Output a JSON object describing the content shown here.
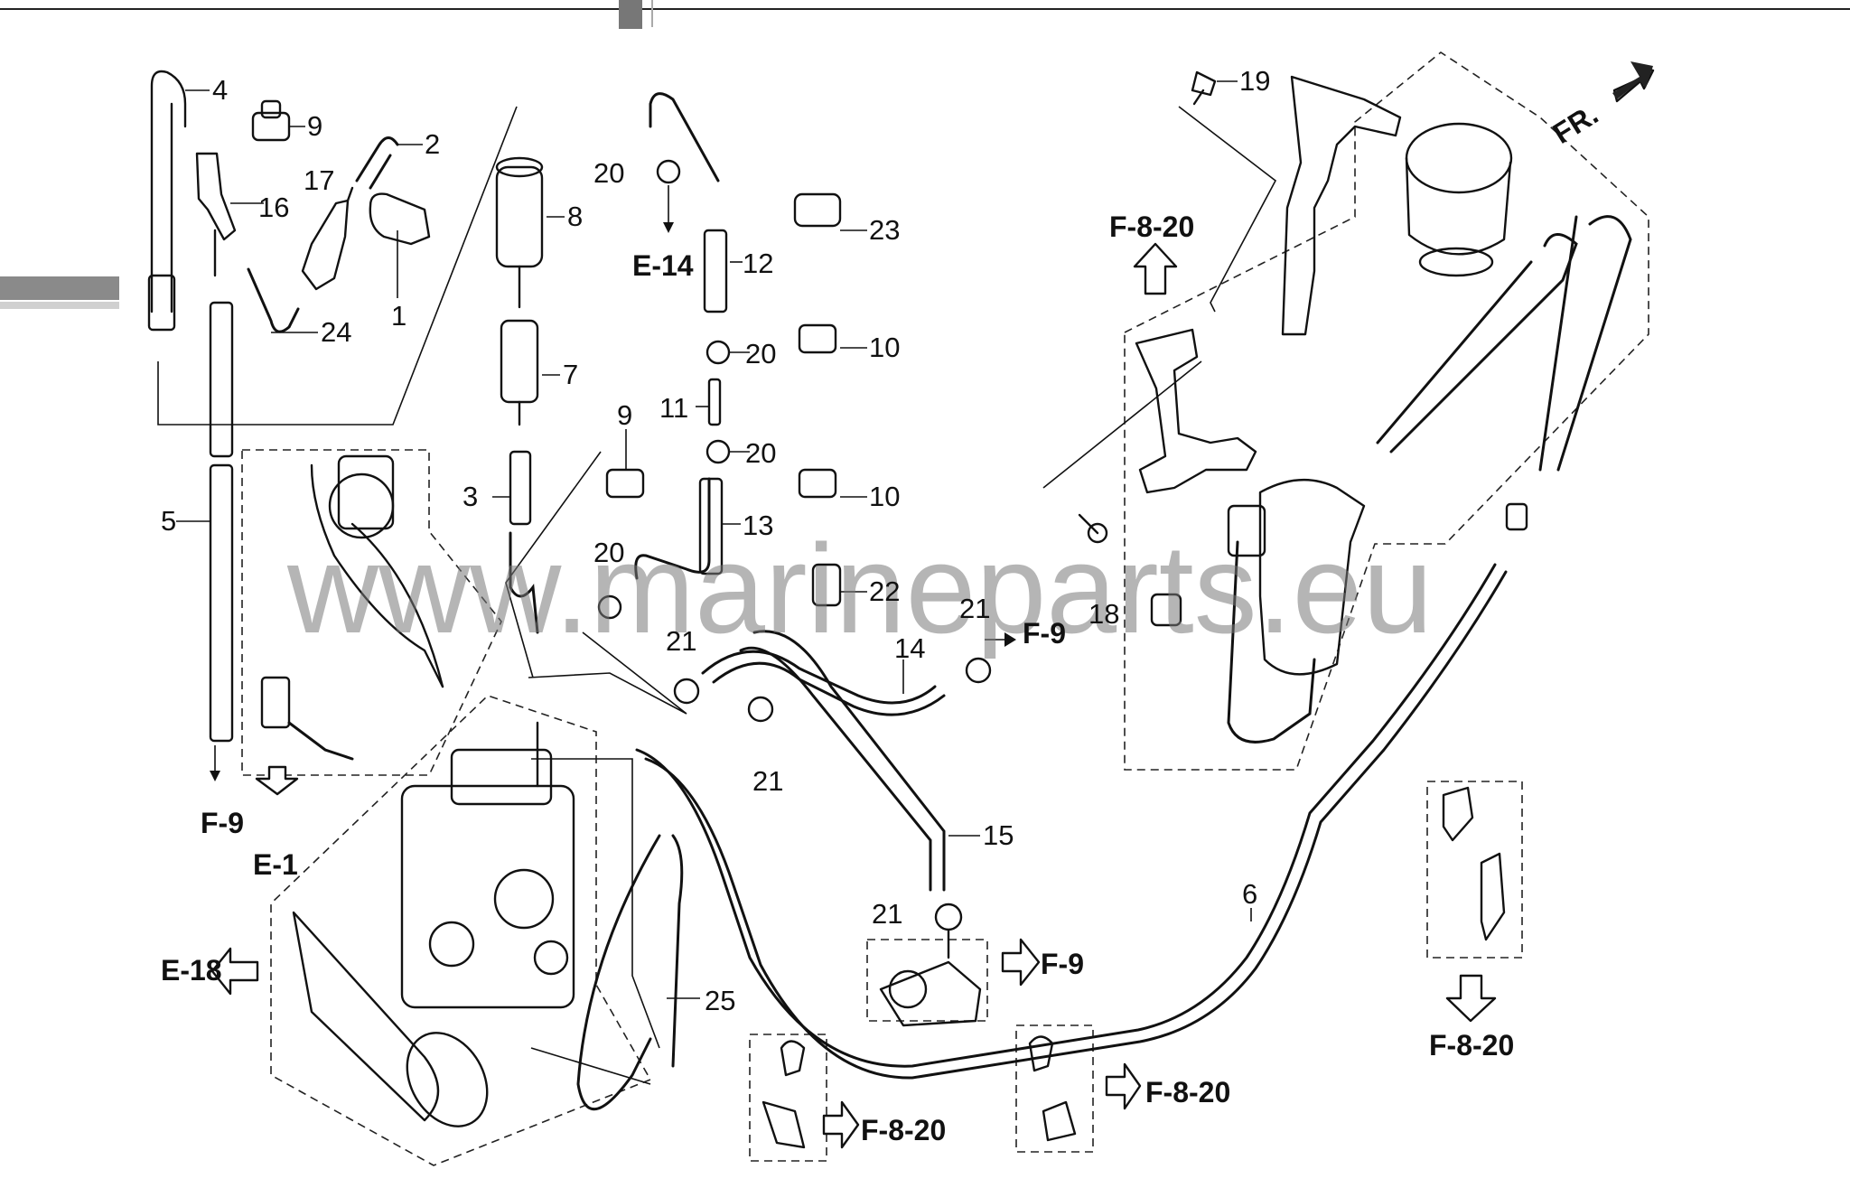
{
  "watermark": "www.marineparts.eu",
  "direction_label": "FR.",
  "callouts": {
    "c1": "1",
    "c2": "2",
    "c3": "3",
    "c4": "4",
    "c5": "5",
    "c6": "6",
    "c7": "7",
    "c8": "8",
    "c9a": "9",
    "c9b": "9",
    "c10a": "10",
    "c10b": "10",
    "c11": "11",
    "c12": "12",
    "c13": "13",
    "c14": "14",
    "c15": "15",
    "c16": "16",
    "c17": "17",
    "c18": "18",
    "c19": "19",
    "c20a": "20",
    "c20b": "20",
    "c20c": "20",
    "c20d": "20",
    "c21a": "21",
    "c21b": "21",
    "c21c": "21",
    "c21d": "21",
    "c22": "22",
    "c23": "23",
    "c24": "24",
    "c25": "25"
  },
  "refs": {
    "f9_left": "F-9",
    "e1": "E-1",
    "e14": "E-14",
    "e18": "E-18",
    "f9_mid": "F-9",
    "f9_right": "F-9",
    "f820_top": "F-8-20",
    "f820_right": "F-8-20",
    "f820_bottom_left": "F-8-20",
    "f820_bottom_mid": "F-8-20"
  }
}
